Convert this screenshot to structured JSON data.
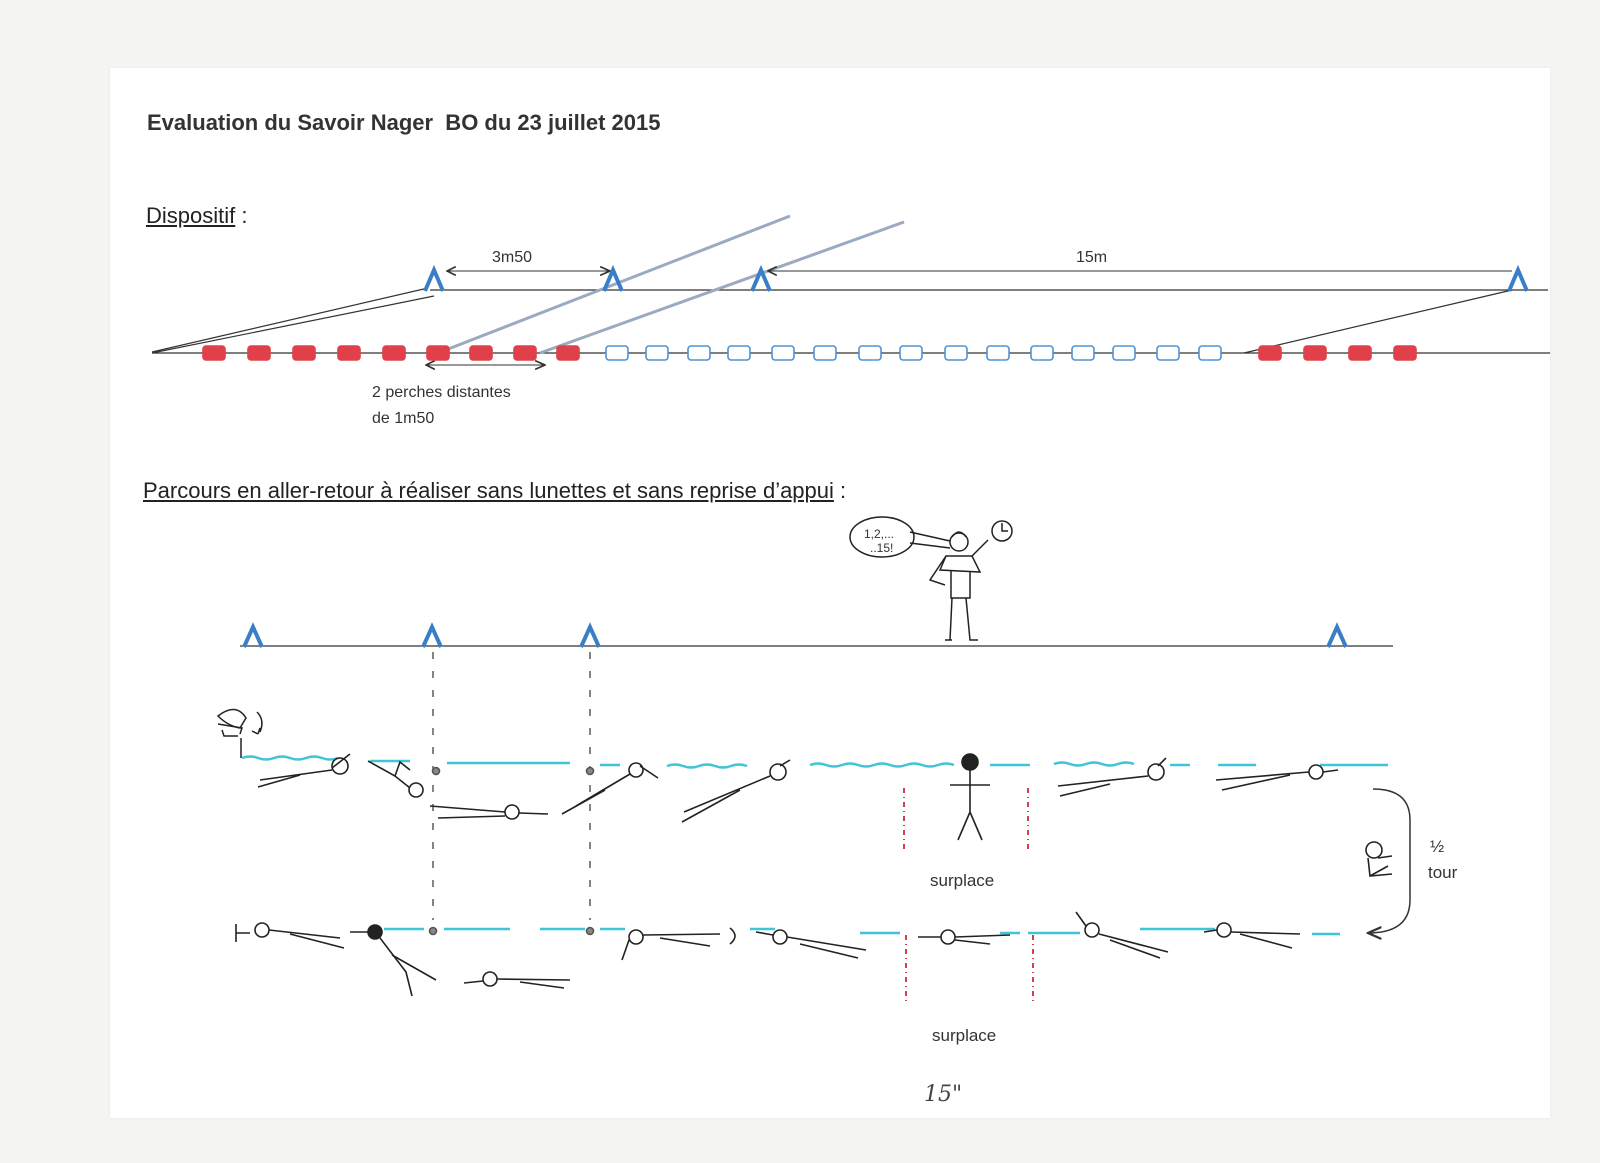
{
  "title": "Evaluation du Savoir Nager  BO du 23 juillet 2015",
  "dispositif": {
    "heading": "Dispositif",
    "colon": " :",
    "dist_a": "3m50",
    "dist_b": "15m",
    "perches_line1": "2 perches distantes",
    "perches_line2": "de 1m50"
  },
  "parcours": {
    "heading": "Parcours en aller-retour à réaliser sans lunettes et sans reprise d’appui",
    "colon": " :",
    "count_bubble_1": "1,2,...",
    "count_bubble_2": "..15!",
    "surplace_top": "surplace",
    "surplace_bottom": "surplace",
    "half_turn_1": "½",
    "half_turn_2": "tour",
    "handwritten_time": "15\""
  },
  "colors": {
    "marker_blue": "#3a7fc6",
    "buoy_red": "#e0404a",
    "buoy_white_edge": "#4f93d2",
    "water_cyan": "#40c4d8",
    "dash_red": "#d04050",
    "perch_gray": "#9aaac0"
  }
}
